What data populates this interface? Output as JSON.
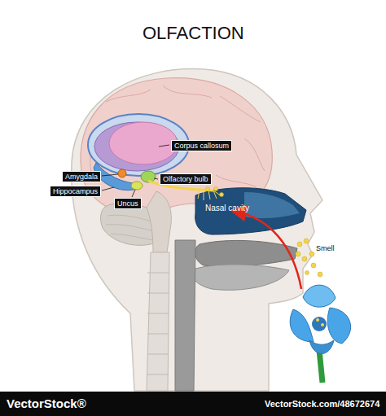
{
  "diagram": {
    "title": "OLFACTION",
    "labels": [
      "Corpus callosum",
      "Amygdala",
      "Olfactory bulb",
      "Hippocampus",
      "Uncus",
      "Nasal cavity",
      "Smell",
      "VectorStock®",
      "VectorStock.com/48672674"
    ]
  }
}
